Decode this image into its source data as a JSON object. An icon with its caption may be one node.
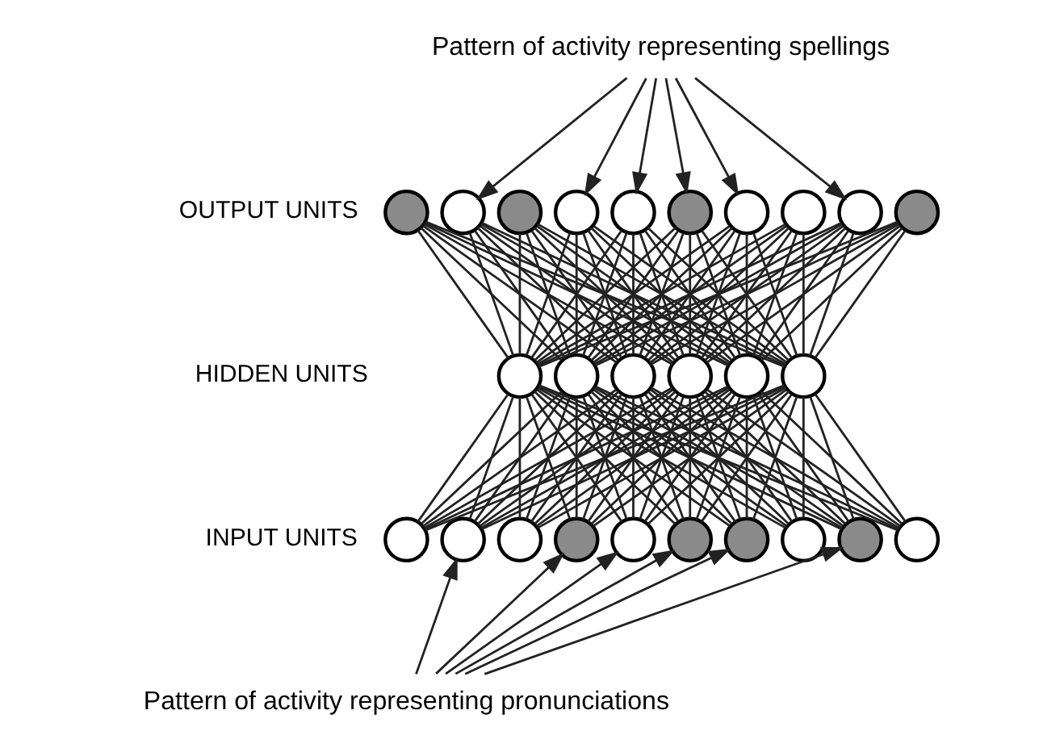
{
  "diagram": {
    "nodes": [
      {
        "text": [
          "Pattern of activity representing spellings"
        ]
      },
      {
        "text": [],
        "shape": "circle"
      },
      {
        "text": [],
        "shape": "circle"
      },
      {
        "text": [],
        "shape": "circle"
      },
      {
        "text": [],
        "shape": "circle"
      },
      {
        "text": [],
        "shape": "circle"
      },
      {
        "text": [],
        "shape": "circle"
      },
      {
        "text": [],
        "shape": "circle"
      },
      {
        "text": [],
        "shape": "circle"
      },
      {
        "text": [],
        "shape": "circle"
      },
      {
        "text": [],
        "shape": "circle"
      },
      {
        "text": [],
        "shape": "circle"
      },
      {
        "text": [],
        "shape": "circle"
      },
      {
        "text": [],
        "shape": "circle"
      },
      {
        "text": [],
        "shape": "circle"
      },
      {
        "text": [],
        "shape": "circle"
      },
      {
        "text": [],
        "shape": "circle"
      },
      {
        "text": [],
        "shape": "circle"
      },
      {
        "text": [],
        "shape": "circle"
      },
      {
        "text": [],
        "shape": "circle"
      },
      {
        "text": [],
        "shape": "circle"
      },
      {
        "text": [],
        "shape": "circle"
      },
      {
        "text": [],
        "shape": "circle"
      },
      {
        "text": [],
        "shape": "circle"
      },
      {
        "text": [],
        "shape": "circle"
      },
      {
        "text": [],
        "shape": "circle"
      },
      {
        "text": [],
        "shape": "circle"
      },
      {
        "text": [
          "Pattern of activity representing pronunciations"
        ]
      }
    ],
    "edges": [
      {
        "from": 0,
        "to": 2,
        "arrow": "to"
      },
      {
        "from": 0,
        "to": 4,
        "arrow": "to"
      },
      {
        "from": 0,
        "to": 5,
        "arrow": "to"
      },
      {
        "from": 0,
        "to": 6,
        "arrow": "to"
      },
      {
        "from": 0,
        "to": 7,
        "arrow": "to"
      },
      {
        "from": 0,
        "to": 9,
        "arrow": "to"
      },
      {
        "from": 1,
        "to": 11,
        "arrow": "none"
      },
      {
        "from": 1,
        "to": 12,
        "arrow": "none"
      },
      {
        "from": 1,
        "to": 13,
        "arrow": "none"
      },
      {
        "from": 1,
        "to": 14,
        "arrow": "none"
      },
      {
        "from": 1,
        "to": 15,
        "arrow": "none"
      },
      {
        "from": 1,
        "to": 16,
        "arrow": "none"
      },
      {
        "from": 2,
        "to": 11,
        "arrow": "none"
      },
      {
        "from": 2,
        "to": 12,
        "arrow": "none"
      },
      {
        "from": 2,
        "to": 13,
        "arrow": "none"
      },
      {
        "from": 2,
        "to": 14,
        "arrow": "none"
      },
      {
        "from": 2,
        "to": 15,
        "arrow": "none"
      },
      {
        "from": 2,
        "to": 16,
        "arrow": "none"
      },
      {
        "from": 3,
        "to": 11,
        "arrow": "none"
      },
      {
        "from": 3,
        "to": 12,
        "arrow": "none"
      },
      {
        "from": 3,
        "to": 13,
        "arrow": "none"
      },
      {
        "from": 3,
        "to": 14,
        "arrow": "none"
      },
      {
        "from": 3,
        "to": 15,
        "arrow": "none"
      },
      {
        "from": 3,
        "to": 16,
        "arrow": "none"
      },
      {
        "from": 4,
        "to": 11,
        "arrow": "none"
      },
      {
        "from": 4,
        "to": 12,
        "arrow": "none"
      },
      {
        "from": 4,
        "to": 13,
        "arrow": "none"
      },
      {
        "from": 4,
        "to": 14,
        "arrow": "none"
      },
      {
        "from": 4,
        "to": 15,
        "arrow": "none"
      },
      {
        "from": 4,
        "to": 16,
        "arrow": "none"
      },
      {
        "from": 5,
        "to": 11,
        "arrow": "none"
      },
      {
        "from": 5,
        "to": 12,
        "arrow": "none"
      },
      {
        "from": 5,
        "to": 13,
        "arrow": "none"
      },
      {
        "from": 5,
        "to": 14,
        "arrow": "none"
      },
      {
        "from": 5,
        "to": 15,
        "arrow": "none"
      },
      {
        "from": 5,
        "to": 16,
        "arrow": "none"
      },
      {
        "from": 6,
        "to": 11,
        "arrow": "none"
      },
      {
        "from": 6,
        "to": 12,
        "arrow": "none"
      },
      {
        "from": 6,
        "to": 13,
        "arrow": "none"
      },
      {
        "from": 6,
        "to": 14,
        "arrow": "none"
      },
      {
        "from": 6,
        "to": 15,
        "arrow": "none"
      },
      {
        "from": 6,
        "to": 16,
        "arrow": "none"
      },
      {
        "from": 7,
        "to": 11,
        "arrow": "none"
      },
      {
        "from": 7,
        "to": 12,
        "arrow": "none"
      },
      {
        "from": 7,
        "to": 13,
        "arrow": "none"
      },
      {
        "from": 7,
        "to": 14,
        "arrow": "none"
      },
      {
        "from": 7,
        "to": 15,
        "arrow": "none"
      },
      {
        "from": 7,
        "to": 16,
        "arrow": "none"
      },
      {
        "from": 8,
        "to": 11,
        "arrow": "none"
      },
      {
        "from": 8,
        "to": 12,
        "arrow": "none"
      },
      {
        "from": 8,
        "to": 13,
        "arrow": "none"
      },
      {
        "from": 8,
        "to": 14,
        "arrow": "none"
      },
      {
        "from": 8,
        "to": 15,
        "arrow": "none"
      },
      {
        "from": 8,
        "to": 16,
        "arrow": "none"
      },
      {
        "from": 9,
        "to": 11,
        "arrow": "none"
      },
      {
        "from": 9,
        "to": 12,
        "arrow": "none"
      },
      {
        "from": 9,
        "to": 13,
        "arrow": "none"
      },
      {
        "from": 9,
        "to": 14,
        "arrow": "none"
      },
      {
        "from": 9,
        "to": 15,
        "arrow": "none"
      },
      {
        "from": 9,
        "to": 16,
        "arrow": "none"
      },
      {
        "from": 10,
        "to": 11,
        "arrow": "none"
      },
      {
        "from": 10,
        "to": 12,
        "arrow": "none"
      },
      {
        "from": 10,
        "to": 13,
        "arrow": "none"
      },
      {
        "from": 10,
        "to": 14,
        "arrow": "none"
      },
      {
        "from": 10,
        "to": 15,
        "arrow": "none"
      },
      {
        "from": 10,
        "to": 16,
        "arrow": "none"
      },
      {
        "from": 11,
        "to": 17,
        "arrow": "none"
      },
      {
        "from": 11,
        "to": 18,
        "arrow": "none"
      },
      {
        "from": 11,
        "to": 19,
        "arrow": "none"
      },
      {
        "from": 11,
        "to": 20,
        "arrow": "none"
      },
      {
        "from": 11,
        "to": 21,
        "arrow": "none"
      },
      {
        "from": 11,
        "to": 22,
        "arrow": "none"
      },
      {
        "from": 11,
        "to": 23,
        "arrow": "none"
      },
      {
        "from": 11,
        "to": 24,
        "arrow": "none"
      },
      {
        "from": 11,
        "to": 25,
        "arrow": "none"
      },
      {
        "from": 11,
        "to": 26,
        "arrow": "none"
      },
      {
        "from": 12,
        "to": 17,
        "arrow": "none"
      },
      {
        "from": 12,
        "to": 18,
        "arrow": "none"
      },
      {
        "from": 12,
        "to": 19,
        "arrow": "none"
      },
      {
        "from": 12,
        "to": 20,
        "arrow": "none"
      },
      {
        "from": 12,
        "to": 21,
        "arrow": "none"
      },
      {
        "from": 12,
        "to": 22,
        "arrow": "none"
      },
      {
        "from": 12,
        "to": 23,
        "arrow": "none"
      },
      {
        "from": 12,
        "to": 24,
        "arrow": "none"
      },
      {
        "from": 12,
        "to": 25,
        "arrow": "none"
      },
      {
        "from": 12,
        "to": 26,
        "arrow": "none"
      },
      {
        "from": 13,
        "to": 17,
        "arrow": "none"
      },
      {
        "from": 13,
        "to": 18,
        "arrow": "none"
      },
      {
        "from": 13,
        "to": 19,
        "arrow": "none"
      },
      {
        "from": 13,
        "to": 20,
        "arrow": "none"
      },
      {
        "from": 13,
        "to": 21,
        "arrow": "none"
      },
      {
        "from": 13,
        "to": 22,
        "arrow": "none"
      },
      {
        "from": 13,
        "to": 23,
        "arrow": "none"
      },
      {
        "from": 13,
        "to": 24,
        "arrow": "none"
      },
      {
        "from": 13,
        "to": 25,
        "arrow": "none"
      },
      {
        "from": 13,
        "to": 26,
        "arrow": "none"
      },
      {
        "from": 14,
        "to": 17,
        "arrow": "none"
      },
      {
        "from": 14,
        "to": 18,
        "arrow": "none"
      },
      {
        "from": 14,
        "to": 19,
        "arrow": "none"
      },
      {
        "from": 14,
        "to": 20,
        "arrow": "none"
      },
      {
        "from": 14,
        "to": 21,
        "arrow": "none"
      },
      {
        "from": 14,
        "to": 22,
        "arrow": "none"
      },
      {
        "from": 14,
        "to": 23,
        "arrow": "none"
      },
      {
        "from": 14,
        "to": 24,
        "arrow": "none"
      },
      {
        "from": 14,
        "to": 25,
        "arrow": "none"
      },
      {
        "from": 14,
        "to": 26,
        "arrow": "none"
      },
      {
        "from": 15,
        "to": 17,
        "arrow": "none"
      },
      {
        "from": 15,
        "to": 18,
        "arrow": "none"
      },
      {
        "from": 15,
        "to": 19,
        "arrow": "none"
      },
      {
        "from": 15,
        "to": 20,
        "arrow": "none"
      },
      {
        "from": 15,
        "to": 21,
        "arrow": "none"
      },
      {
        "from": 15,
        "to": 22,
        "arrow": "none"
      },
      {
        "from": 15,
        "to": 23,
        "arrow": "none"
      },
      {
        "from": 15,
        "to": 24,
        "arrow": "none"
      },
      {
        "from": 15,
        "to": 25,
        "arrow": "none"
      },
      {
        "from": 15,
        "to": 26,
        "arrow": "none"
      },
      {
        "from": 16,
        "to": 17,
        "arrow": "none"
      },
      {
        "from": 16,
        "to": 18,
        "arrow": "none"
      },
      {
        "from": 16,
        "to": 19,
        "arrow": "none"
      },
      {
        "from": 16,
        "to": 20,
        "arrow": "none"
      },
      {
        "from": 16,
        "to": 21,
        "arrow": "none"
      },
      {
        "from": 16,
        "to": 22,
        "arrow": "none"
      },
      {
        "from": 16,
        "to": 23,
        "arrow": "none"
      },
      {
        "from": 16,
        "to": 24,
        "arrow": "none"
      },
      {
        "from": 16,
        "to": 25,
        "arrow": "none"
      },
      {
        "from": 16,
        "to": 26,
        "arrow": "none"
      },
      {
        "from": 27,
        "to": 18,
        "arrow": "to"
      },
      {
        "from": 27,
        "to": 20,
        "arrow": "to"
      },
      {
        "from": 27,
        "to": 21,
        "arrow": "to"
      },
      {
        "from": 27,
        "to": 22,
        "arrow": "to"
      },
      {
        "from": 27,
        "to": 23,
        "arrow": "to"
      },
      {
        "from": 27,
        "to": 25,
        "arrow": "to"
      }
    ],
    "labels": [
      "OUTPUT UNITS",
      "HIDDEN UNITS",
      "INPUT UNITS"
    ]
  }
}
